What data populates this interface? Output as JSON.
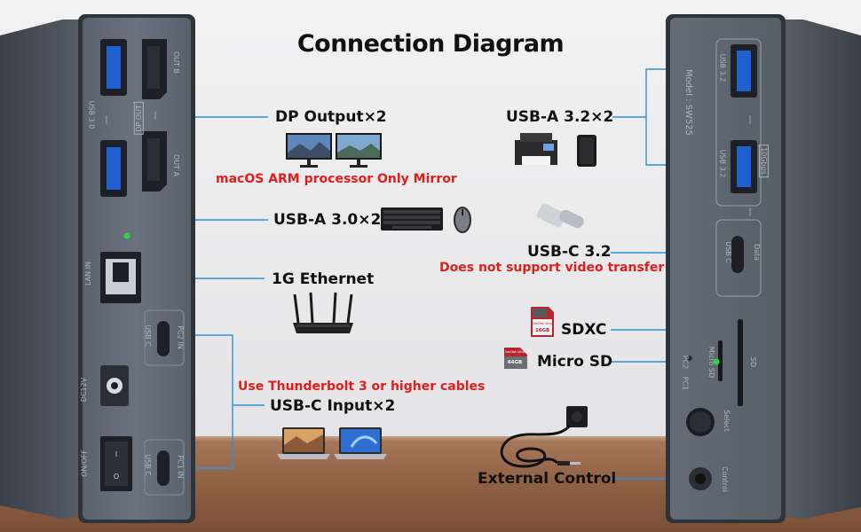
{
  "title": "Connection Diagram",
  "left_device": {
    "port_labels": {
      "usb30": "USB 3.0",
      "dp_out": "DP OUT",
      "out_b": "OUT B",
      "out_a": "OUT A",
      "lan_in": "LAN IN",
      "usb_c_1": "USB C",
      "pc2_in": "PC2 IN",
      "dc12v": "DC12V",
      "on_off": "ON/OFF",
      "usb_c_2": "USB C",
      "pc1_in": "PC1 IN"
    }
  },
  "right_device": {
    "port_labels": {
      "model": "Model : SW525",
      "usb32_a": "USB 3.2",
      "usb32_b": "USB 3.2",
      "gbps": "10Gbps",
      "data": "Data",
      "usb_c": "USB C",
      "sd": "SD",
      "micro_sd": "Micro SD",
      "pc1": "PC1",
      "pc2": "PC2",
      "select": "Select",
      "control": "Control"
    }
  },
  "callouts": {
    "dp_output": "DP Output×2",
    "dp_note": "macOS ARM processor Only Mirror",
    "usb_a30": "USB-A 3.0×2",
    "ethernet": "1G Ethernet",
    "thunderbolt_note": "Use Thunderbolt 3 or higher cables",
    "usb_c_input": "USB-C Input×2",
    "usb_a32": "USB-A 3.2×2",
    "usb_c32": "USB-C 3.2",
    "usb_c32_note": "Does not support video transfer",
    "sdxc": "SDXC",
    "micro_sd": "Micro SD",
    "external_control": "External Control"
  },
  "sd_card": {
    "brand": "SanDisk Ultra",
    "capacity": "16GB"
  },
  "microsd_card": {
    "brand": "SanDisk Ultra",
    "capacity": "64GB"
  },
  "colors": {
    "accent_line": "#2f8fd6",
    "note_red": "#e21d1d",
    "device_body": "#4a515c",
    "led_green": "#35d04a"
  }
}
